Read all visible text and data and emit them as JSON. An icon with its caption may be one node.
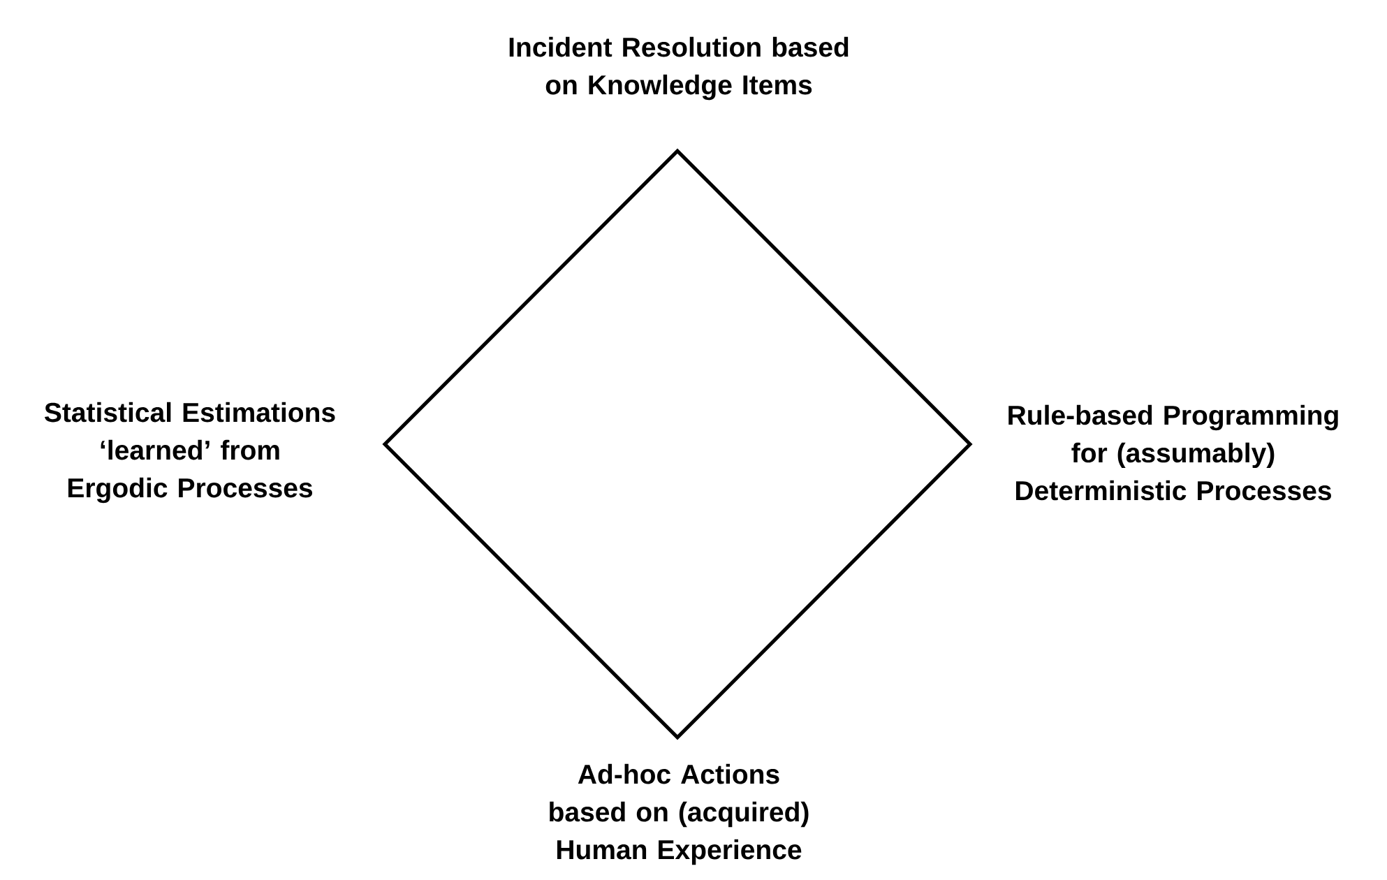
{
  "diagram": {
    "nodes": [
      {
        "text": [],
        "shape": "diamond",
        "beside": [
          "Incident Resolution based on Knowledge Items",
          "Statistical Estimations ‘learned’ from Ergodic Processes",
          "Rule-based Programming for (assumably) Deterministic Processes",
          "Ad-hoc Actions based on (acquired) Human Experience"
        ]
      }
    ]
  }
}
